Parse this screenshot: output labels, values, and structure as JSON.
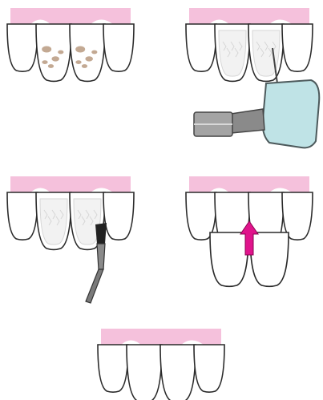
{
  "diagram": {
    "panels": [
      {
        "step": 1,
        "tool": "none",
        "tooth_state": "stained"
      },
      {
        "step": 2,
        "tool": "drill",
        "tooth_state": "prepared"
      },
      {
        "step": 3,
        "tool": "brush",
        "tooth_state": "etched"
      },
      {
        "step": 4,
        "tool": "veneer-placement",
        "tooth_state": "veneers-applied"
      },
      {
        "step": 5,
        "tool": "none",
        "tooth_state": "finished"
      }
    ],
    "colors": {
      "gum": "#f5c1dc",
      "tooth_outline": "#2a2a2a",
      "stain": "#b89a80",
      "prep_texture": "#d6d6d6",
      "drill_head": "#bfe3e6",
      "metal": "#8a8a8a",
      "arrow": "#e0148c"
    }
  }
}
